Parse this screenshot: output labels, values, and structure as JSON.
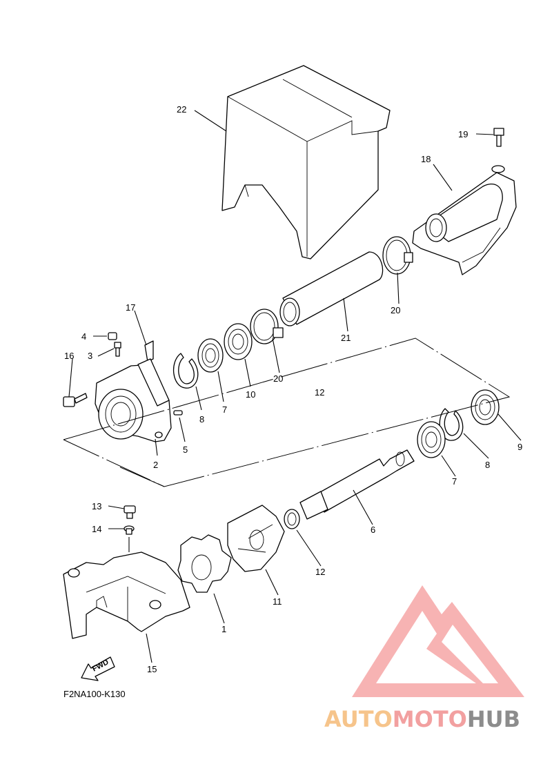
{
  "diagram": {
    "drawing_code": "F2NA100-K130",
    "fwd_label": "FWD",
    "callouts": [
      "22",
      "19",
      "18",
      "17",
      "4",
      "3",
      "16",
      "2",
      "5",
      "8",
      "7",
      "10",
      "20",
      "21",
      "20",
      "12",
      "9",
      "8",
      "7",
      "6",
      "13",
      "14",
      "12",
      "11",
      "1",
      "15"
    ]
  },
  "watermark": {
    "brand_part1": "AUTO",
    "brand_part2": "MOTO",
    "brand_part3": "HUB",
    "color_light": "#f6c48b",
    "color_pink": "#f2a0a0",
    "color_gray": "#8c8c8c"
  }
}
